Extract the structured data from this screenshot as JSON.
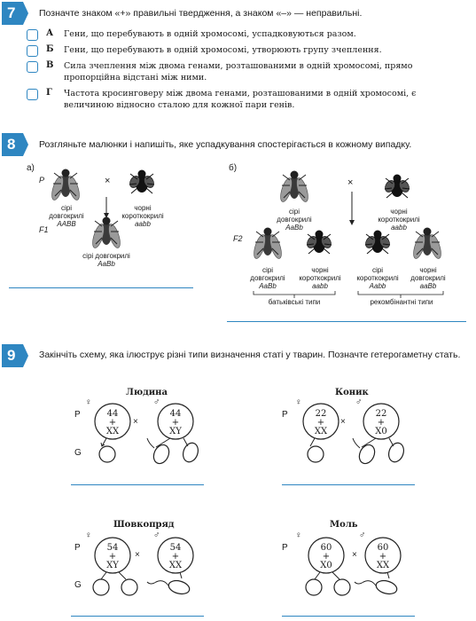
{
  "tasks": {
    "t7": {
      "number": "7",
      "prompt": "Позначте знаком «+» правильні твердження, а знаком «–» — неправильні.",
      "options": [
        {
          "letter": "А",
          "text": "Гени, що перебувають в одній хромосомі, успадковуються разом."
        },
        {
          "letter": "Б",
          "text": "Гени, що перебувають в одній хромосомі, утворюють групу зчеплення."
        },
        {
          "letter": "В",
          "text": "Сила зчеплення між двома генами, розташованими в одній хромосомі, прямо пропорційна відстані між ними."
        },
        {
          "letter": "Г",
          "text": "Частота кросинговеру між двома генами, розташованими в одній хромосомі, є величиною відносно сталою для кожної пари генів."
        }
      ]
    },
    "t8": {
      "number": "8",
      "prompt": "Розгляньте малюнки і напишіть, яке успадкування спостерігається в кожному випадку.",
      "a": {
        "label": "а)",
        "p": "P",
        "f1": "F1",
        "cross": "×",
        "parent1": [
          "сірі",
          "довгокрилі",
          "AABB"
        ],
        "parent2": [
          "чорні",
          "короткокрилі",
          "aabb"
        ],
        "child": [
          "сірі довгокрилі",
          "AaBb"
        ]
      },
      "b": {
        "label": "б)",
        "f2": "F2",
        "cross": "×",
        "parent1": [
          "сірі",
          "довгокрилі",
          "AaBb"
        ],
        "parent2": [
          "чорні",
          "короткокрилі",
          "aabb"
        ],
        "offspring": [
          [
            "сірі",
            "довгокрилі",
            "AaBb"
          ],
          [
            "чорні",
            "короткокрилі",
            "aabb"
          ],
          [
            "сірі",
            "короткокрилі",
            "Aabb"
          ],
          [
            "чорні",
            "довгокрилі",
            "aaBb"
          ]
        ],
        "group1": "батьківські типи",
        "group2": "рекомбінантні типи"
      }
    },
    "t9": {
      "number": "9",
      "prompt": "Закінчіть схему, яка ілюструє різні типи визначення статі у тварин. Позначте гетерогаметну стать.",
      "p": "P",
      "g": "G",
      "cross": "×",
      "female": "♀",
      "male": "♂",
      "schemes": [
        {
          "title": "Людина",
          "female": [
            "44",
            "+",
            "XX"
          ],
          "male": [
            "44",
            "+",
            "XY"
          ]
        },
        {
          "title": "Коник",
          "female": [
            "22",
            "+",
            "XX"
          ],
          "male": [
            "22",
            "+",
            "X0"
          ]
        },
        {
          "title": "Шовкопряд",
          "female": [
            "54",
            "+",
            "XY"
          ],
          "male": [
            "54",
            "+",
            "XX"
          ]
        },
        {
          "title": "Моль",
          "female": [
            "60",
            "+",
            "X0"
          ],
          "male": [
            "60",
            "+",
            "XX"
          ]
        }
      ]
    }
  },
  "colors": {
    "accent": "#2e86c1"
  }
}
